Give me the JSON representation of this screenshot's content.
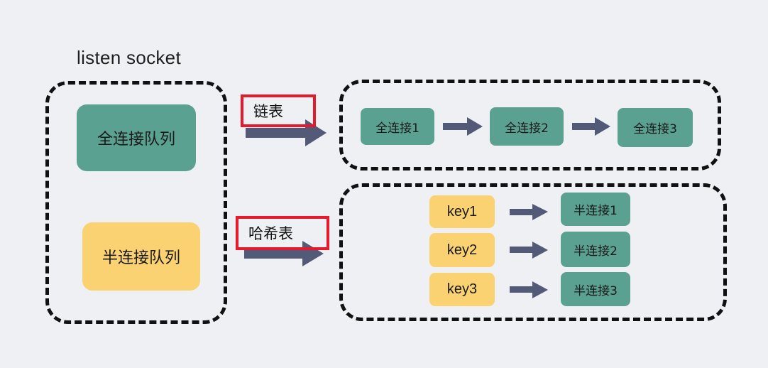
{
  "title": "listen socket",
  "left_panel": {
    "full_queue": "全连接队列",
    "half_queue": "半连接队列"
  },
  "labels": {
    "linked_list": "链表",
    "hash_table": "哈希表"
  },
  "linked_list_nodes": [
    "全连接1",
    "全连接2",
    "全连接3"
  ],
  "hash_entries": [
    {
      "key": "key1",
      "value": "半连接1"
    },
    {
      "key": "key2",
      "value": "半连接2"
    },
    {
      "key": "key3",
      "value": "半连接3"
    }
  ],
  "colors": {
    "green": "#5aa191",
    "yellow": "#fbd272",
    "arrow": "#535a78",
    "label_border": "#e8192c"
  }
}
